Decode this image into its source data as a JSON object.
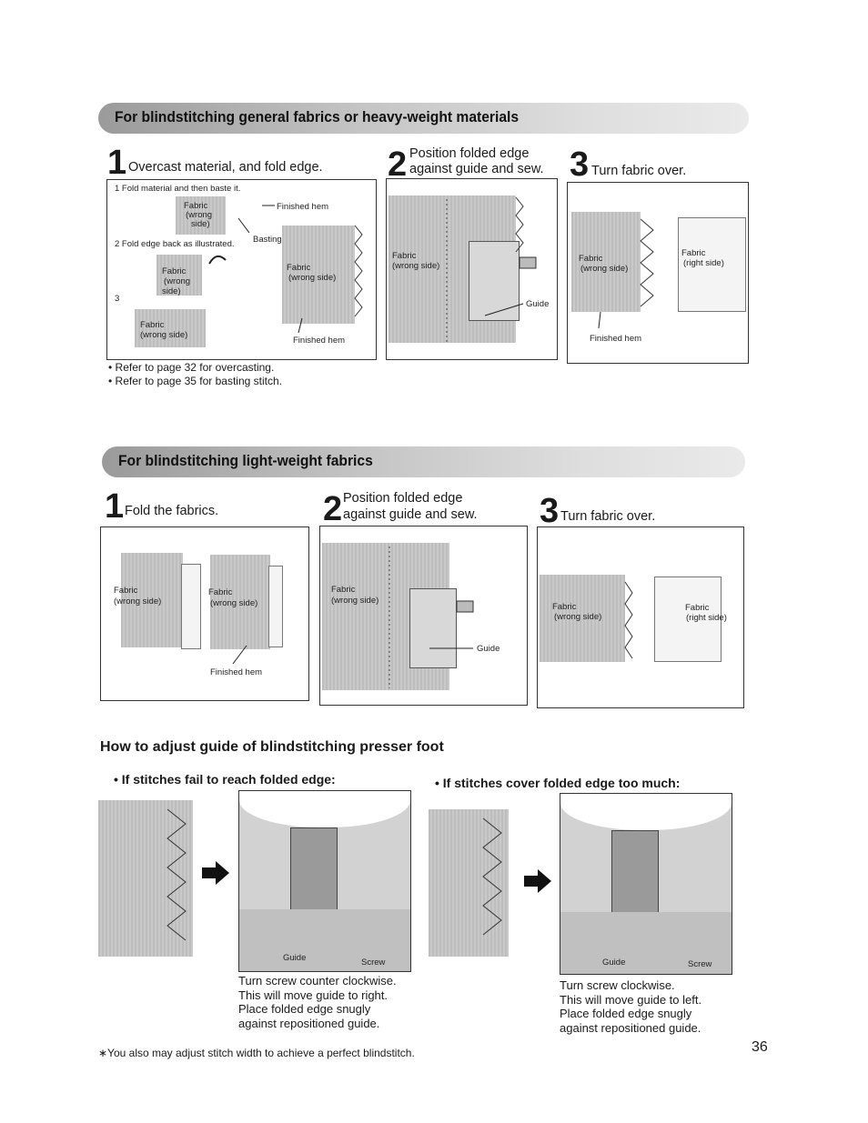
{
  "section1": {
    "title": "For blindstitching general fabrics or heavy-weight materials",
    "step1": {
      "num": "1",
      "text": "Overcast material, and fold edge."
    },
    "step2": {
      "num": "2",
      "line1": "Position folded edge",
      "line2": "against guide and sew."
    },
    "step3": {
      "num": "3",
      "text": "Turn fabric over."
    },
    "fig1": {
      "label_step1": "1 Fold material and then baste it.",
      "label_step2": "2 Fold edge back as illustrated.",
      "label_step3": "3",
      "basting": "Basting",
      "finished_hem": "Finished hem",
      "finished_hem_2": "Finished hem",
      "fabric_wrong_a": [
        "Fabric",
        "(wrong",
        "side)"
      ],
      "fabric_wrong_b": [
        "Fabric",
        "(wrong",
        "side)"
      ],
      "fabric_wrong_c": [
        "Fabric",
        "(wrong side)"
      ],
      "fabric_wrong_d": [
        "Fabric",
        "(wrong side)"
      ]
    },
    "fig2": {
      "fabric": [
        "Fabric",
        "(wrong side)"
      ],
      "guide": "Guide"
    },
    "fig3": {
      "fabric_wrong": [
        "Fabric",
        "(wrong side)"
      ],
      "fabric_right": [
        "Fabric",
        "(right side)"
      ],
      "finished_hem": "Finished hem"
    },
    "notes": [
      "• Refer to page 32 for overcasting.",
      "• Refer to page 35 for basting stitch."
    ]
  },
  "section2": {
    "title": "For blindstitching light-weight fabrics",
    "step1": {
      "num": "1",
      "text": "Fold the fabrics."
    },
    "step2": {
      "num": "2",
      "line1": "Position folded edge",
      "line2": "against guide and sew."
    },
    "step3": {
      "num": "3",
      "text": "Turn fabric over."
    },
    "fig1": {
      "fabric_a": [
        "Fabric",
        "(wrong side)"
      ],
      "fabric_b": [
        "Fabric",
        "(wrong side)"
      ],
      "finished_hem": "Finished hem"
    },
    "fig2": {
      "fabric": [
        "Fabric",
        "(wrong side)"
      ],
      "guide": "Guide"
    },
    "fig3": {
      "fabric_wrong": [
        "Fabric",
        "(wrong side)"
      ],
      "fabric_right": [
        "Fabric",
        "(right side)"
      ]
    }
  },
  "adjust": {
    "title": "How to adjust guide of blindstitching presser foot",
    "left": {
      "heading": "• If stitches fail to reach folded edge:",
      "guide": "Guide",
      "screw": "Screw",
      "caption": [
        "Turn screw counter clockwise.",
        "This will move guide to right.",
        "Place folded edge snugly",
        "against repositioned guide."
      ]
    },
    "right": {
      "heading": "• If stitches cover folded edge too much:",
      "guide": "Guide",
      "screw": "Screw",
      "caption": [
        "Turn screw clockwise.",
        "This will move guide to left.",
        "Place folded edge snugly",
        "against repositioned guide."
      ]
    }
  },
  "footnote": "∗You also may adjust stitch width to achieve a perfect blindstitch.",
  "page_number": "36"
}
